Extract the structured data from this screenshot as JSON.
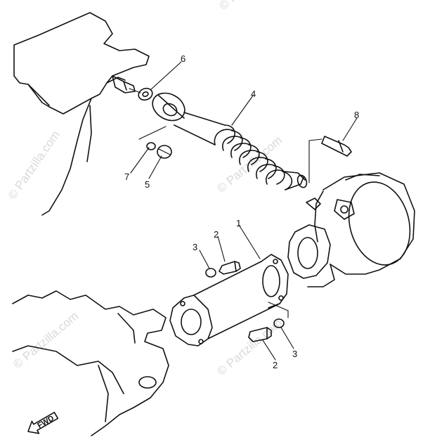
{
  "watermark": {
    "text": "© Partzilla.com",
    "color": "#d9d9d9"
  },
  "callouts": {
    "c1": "1",
    "c2a": "2",
    "c2b": "2",
    "c3a": "3",
    "c3b": "3",
    "c4": "4",
    "c5": "5",
    "c6": "6",
    "c7": "7",
    "c8": "8"
  },
  "direction_arrow": {
    "label": "FWD"
  },
  "line_color": "#111111"
}
